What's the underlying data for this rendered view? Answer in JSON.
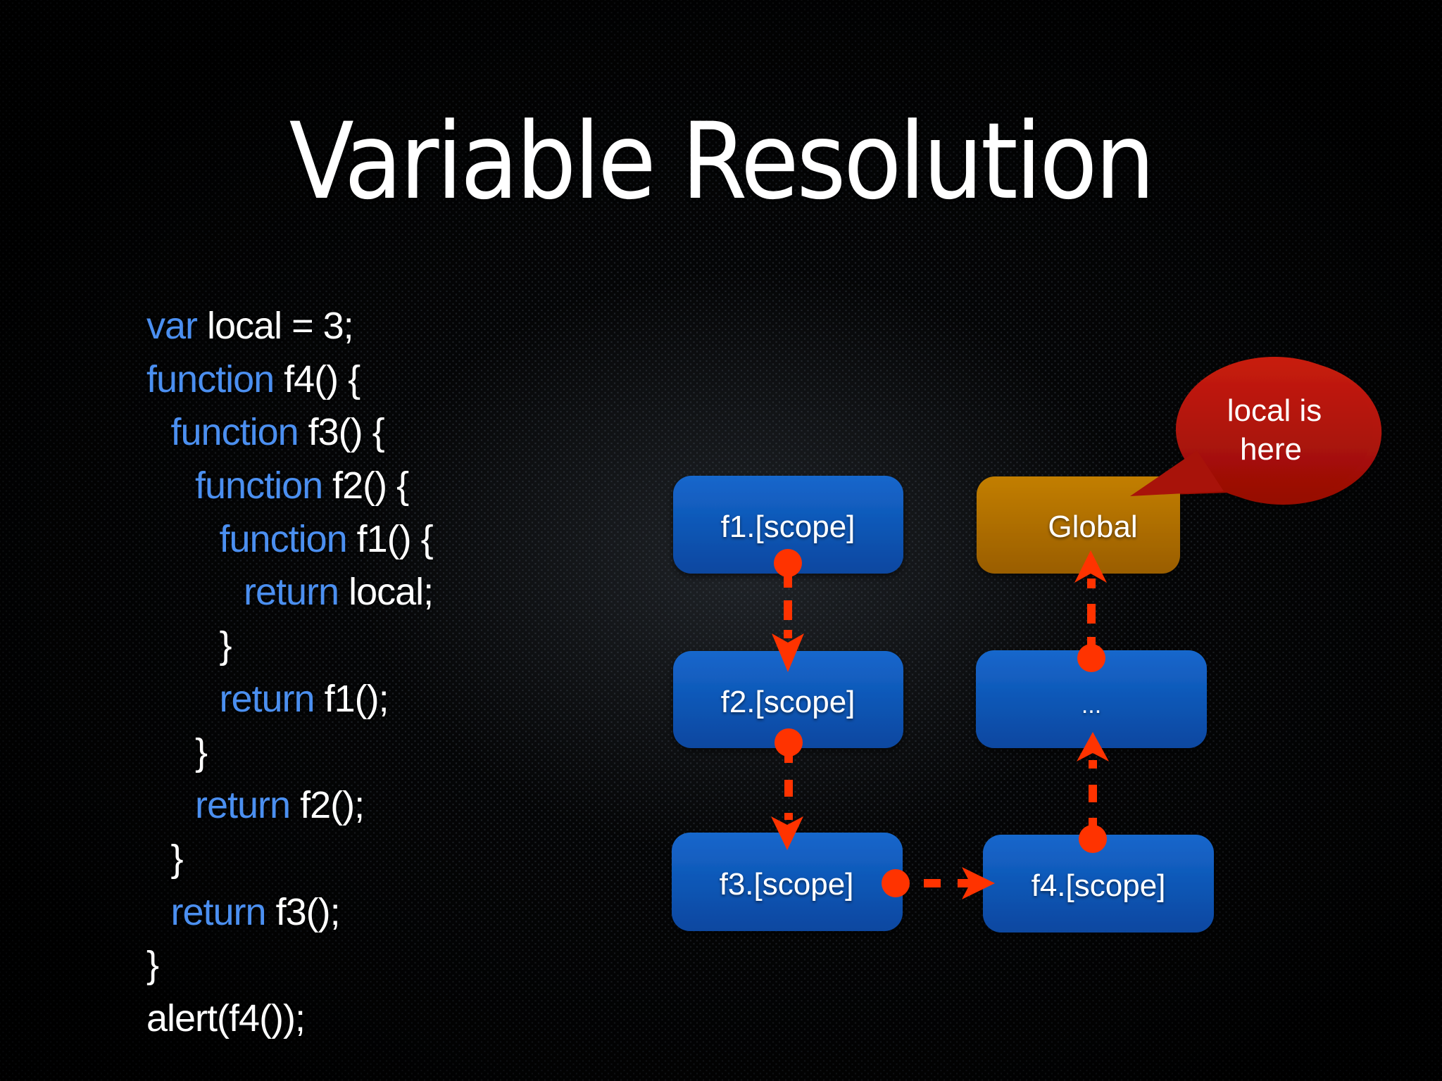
{
  "slide": {
    "title": "Variable Resolution",
    "background": {
      "style": "perforated-metal",
      "base_color": "#1d2126",
      "hole_color": "#000000"
    }
  },
  "code": {
    "keyword_color": "#4b8ff0",
    "text_color": "#ffffff",
    "lines": [
      {
        "indent": 0,
        "keyword": "var",
        "rest": " local = 3;"
      },
      {
        "indent": 0,
        "keyword": "function",
        "rest": " f4() {"
      },
      {
        "indent": 1,
        "keyword": "function",
        "rest": " f3() {"
      },
      {
        "indent": 2,
        "keyword": "function",
        "rest": " f2() {"
      },
      {
        "indent": 3,
        "keyword": "function",
        "rest": " f1() {"
      },
      {
        "indent": 4,
        "keyword": "return",
        "rest": " local;"
      },
      {
        "indent": 3,
        "keyword": "",
        "rest": "}"
      },
      {
        "indent": 3,
        "keyword": "return",
        "rest": " f1();"
      },
      {
        "indent": 2,
        "keyword": "",
        "rest": "}"
      },
      {
        "indent": 2,
        "keyword": "return",
        "rest": " f2();"
      },
      {
        "indent": 1,
        "keyword": "",
        "rest": "}"
      },
      {
        "indent": 1,
        "keyword": "return",
        "rest": " f3();"
      },
      {
        "indent": 0,
        "keyword": "",
        "rest": "}"
      },
      {
        "indent": 0,
        "keyword": "",
        "rest": "alert(f4());"
      }
    ]
  },
  "diagram": {
    "colors": {
      "scope_box_top": "#1567cc",
      "scope_box_bottom": "#0a47a0",
      "global_box_top": "#c27e02",
      "global_box_bottom": "#9a5e00",
      "bubble_top": "#c81c0c",
      "bubble_bottom": "#960c05",
      "arrow": "#ff3300"
    },
    "nodes": {
      "f1": {
        "label": "f1.[scope]"
      },
      "f2": {
        "label": "f2.[scope]"
      },
      "f3": {
        "label": "f3.[scope]"
      },
      "f4": {
        "label": "f4.[scope]"
      },
      "ellipsis": {
        "label": "..."
      },
      "global": {
        "label": "Global"
      }
    },
    "edges": [
      {
        "from": "f1",
        "to": "f2"
      },
      {
        "from": "f2",
        "to": "f3"
      },
      {
        "from": "f3",
        "to": "f4"
      },
      {
        "from": "f4",
        "to": "ellipsis"
      },
      {
        "from": "ellipsis",
        "to": "global"
      }
    ],
    "callout": {
      "line1": "local is",
      "line2": "here",
      "points_to": "global"
    }
  }
}
